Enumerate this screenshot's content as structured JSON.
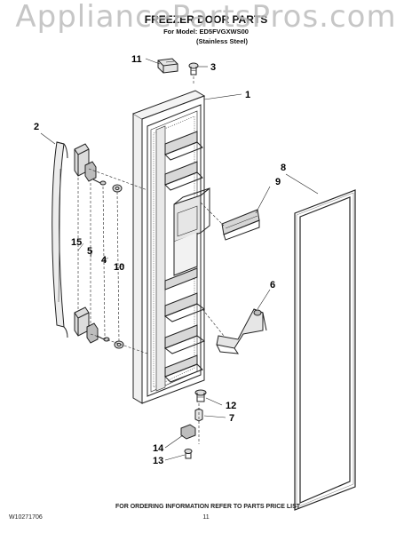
{
  "watermark": "AppliancePartsPros.com",
  "header": {
    "title": "FREEZER DOOR PARTS",
    "model_line": "For Model: ED5FVGXWS00",
    "variant": "(Stainless Steel)"
  },
  "callouts": {
    "c1": "1",
    "c2": "2",
    "c3": "3",
    "c4": "4",
    "c5": "5",
    "c6": "6",
    "c7": "7",
    "c8": "8",
    "c9": "9",
    "c10": "10",
    "c11": "11",
    "c12": "12",
    "c13": "13",
    "c14": "14",
    "c15": "15"
  },
  "footer": {
    "order_info": "FOR ORDERING INFORMATION REFER TO PARTS PRICE LIST",
    "doc_number": "W10271706",
    "page_number": "11"
  },
  "colors": {
    "line": "#222222",
    "shade": "#cfcfcf",
    "watermark": "#bdbdbd"
  }
}
